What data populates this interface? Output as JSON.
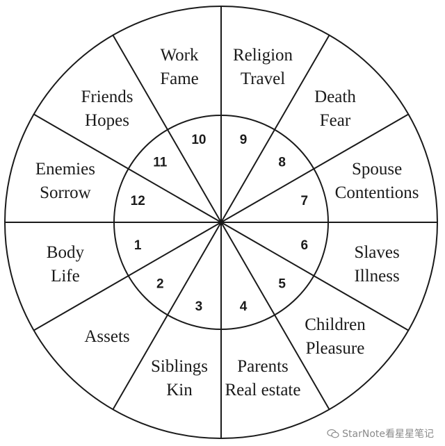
{
  "houses": [
    {
      "number": "1",
      "lines": [
        "Body",
        "Life"
      ]
    },
    {
      "number": "2",
      "lines": [
        "Assets"
      ]
    },
    {
      "number": "3",
      "lines": [
        "Siblings",
        "Kin"
      ]
    },
    {
      "number": "4",
      "lines": [
        "Parents",
        "Real estate"
      ]
    },
    {
      "number": "5",
      "lines": [
        "Children",
        "Pleasure"
      ]
    },
    {
      "number": "6",
      "lines": [
        "Slaves",
        "Illness"
      ]
    },
    {
      "number": "7",
      "lines": [
        "Spouse",
        "Contentions"
      ]
    },
    {
      "number": "8",
      "lines": [
        "Death",
        "Fear"
      ]
    },
    {
      "number": "9",
      "lines": [
        "Religion",
        "Travel"
      ]
    },
    {
      "number": "10",
      "lines": [
        "Work",
        "Fame"
      ]
    },
    {
      "number": "11",
      "lines": [
        "Friends",
        "Hopes"
      ]
    },
    {
      "number": "12",
      "lines": [
        "Enemies",
        "Sorrow"
      ]
    }
  ],
  "watermark": {
    "text": "StarNote看星星笔记",
    "icon": "chat-bubbles-icon"
  },
  "colors": {
    "line": "#1a1a1a",
    "text": "#1a1a1a",
    "watermark": "#8a8a8a"
  }
}
